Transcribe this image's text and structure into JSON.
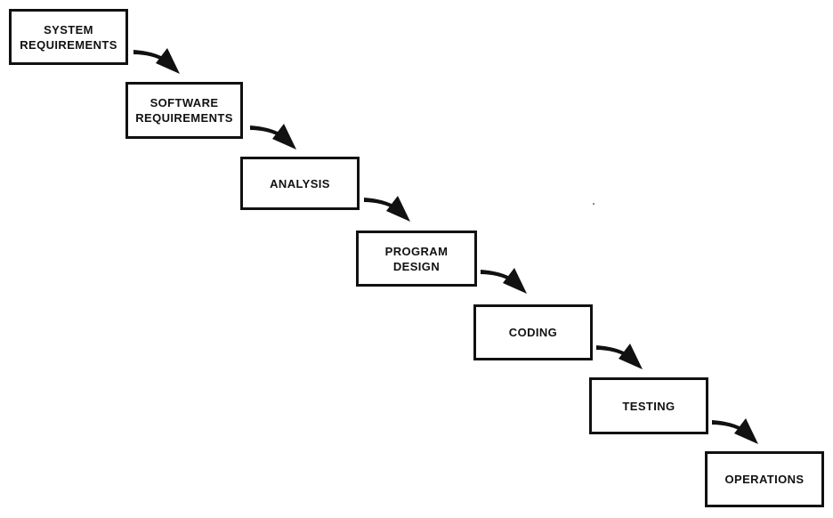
{
  "diagram": {
    "stages": [
      {
        "label": "SYSTEM\nREQUIREMENTS"
      },
      {
        "label": "SOFTWARE\nREQUIREMENTS"
      },
      {
        "label": "ANALYSIS"
      },
      {
        "label": "PROGRAM\nDESIGN"
      },
      {
        "label": "CODING"
      },
      {
        "label": "TESTING"
      },
      {
        "label": "OPERATIONS"
      }
    ],
    "colors": {
      "ink": "#111111",
      "background": "#ffffff"
    }
  }
}
